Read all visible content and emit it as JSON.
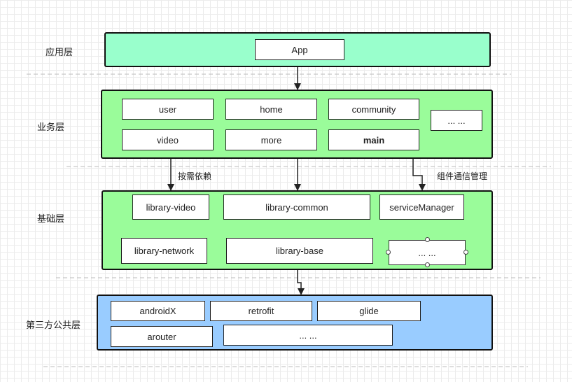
{
  "layers": {
    "app": {
      "label": "应用层",
      "modules": {
        "app": "App"
      }
    },
    "business": {
      "label": "业务层",
      "modules": {
        "user": "user",
        "home": "home",
        "community": "community",
        "ellipsis": "... ...",
        "video": "video",
        "more": "more",
        "main": "main"
      }
    },
    "foundation": {
      "label": "基础层",
      "modules": {
        "library_video": "library-video",
        "library_common": "library-common",
        "service_manager": "serviceManager",
        "library_network": "library-network",
        "library_base": "library-base",
        "ellipsis": "... ..."
      }
    },
    "third_party": {
      "label": "第三方公共层",
      "modules": {
        "androidx": "androidX",
        "retrofit": "retrofit",
        "glide": "glide",
        "arouter": "arouter",
        "ellipsis": "... ..."
      }
    }
  },
  "edges": {
    "on_demand": "按需依赖",
    "component_comm": "组件通信管理"
  },
  "colors": {
    "app_layer": "#99ffcc",
    "business_layer": "#9afc9a",
    "foundation_layer": "#9afc9a",
    "third_party_layer": "#99ccff",
    "module_fill": "#ffffff",
    "border": "#111111",
    "separator": "#bbbbbb"
  }
}
